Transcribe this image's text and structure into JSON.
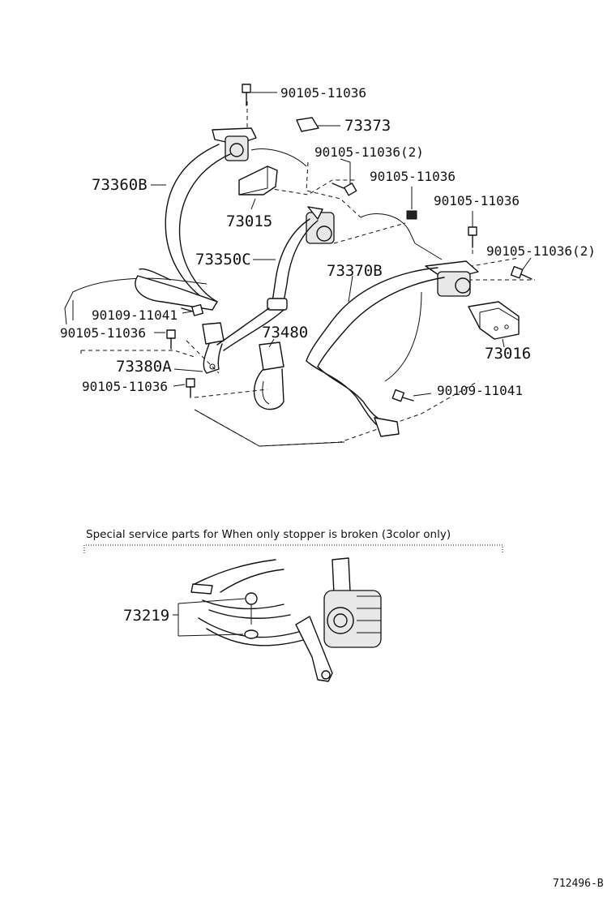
{
  "labels": {
    "bolt_top": "90105-11036",
    "p73373": "73373",
    "bolt_2a": "90105-11036(2)",
    "bolt_mid": "90105-11036",
    "bolt_right": "90105-11036",
    "bolt_2b": "90105-11036(2)",
    "p73360b": "73360B",
    "p73015": "73015",
    "p73350c": "73350C",
    "p73370b": "73370B",
    "p73016": "73016",
    "bolt_11041_left": "90109-11041",
    "bolt_left": "90105-11036",
    "p73480": "73480",
    "p73380a": "73380A",
    "bolt_left_low": "90105-11036",
    "bolt_11041_right": "90109-11041",
    "p73219": "73219"
  },
  "caption": "Special service parts for When only stopper is broken (3color only)",
  "drawing_number": "712496-B"
}
